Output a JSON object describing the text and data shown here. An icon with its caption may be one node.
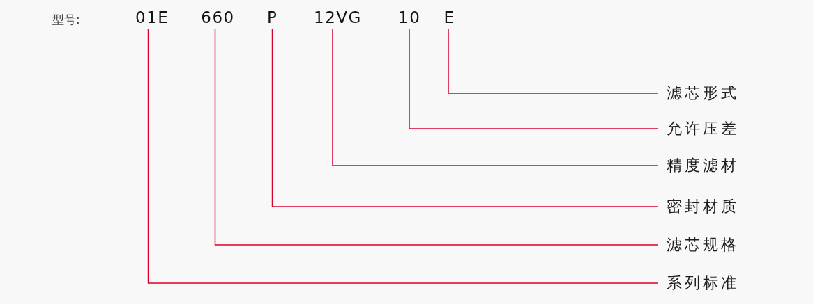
{
  "diagram": {
    "nodes": [
      {
        "text": [
          "01E"
        ]
      },
      {
        "text": [
          "660"
        ]
      },
      {
        "text": [
          "P"
        ]
      },
      {
        "text": [
          "12VG"
        ]
      },
      {
        "text": [
          "10"
        ]
      },
      {
        "text": [
          "E"
        ]
      },
      {
        "text": [
          "滤芯形式"
        ]
      },
      {
        "text": [
          "允许压差"
        ]
      },
      {
        "text": [
          "精度滤材"
        ]
      },
      {
        "text": [
          "密封材质"
        ]
      },
      {
        "text": [
          "滤芯规格"
        ]
      },
      {
        "text": [
          "系列标准"
        ]
      }
    ],
    "edges": [
      {
        "from": 0,
        "to": 11,
        "arrow": "none"
      },
      {
        "from": 1,
        "to": 10,
        "arrow": "none"
      },
      {
        "from": 2,
        "to": 9,
        "arrow": "none"
      },
      {
        "from": 3,
        "to": 8,
        "arrow": "none"
      },
      {
        "from": 4,
        "to": 7,
        "arrow": "none"
      },
      {
        "from": 5,
        "to": 6,
        "arrow": "none"
      }
    ],
    "labels": [
      "型号:"
    ]
  }
}
